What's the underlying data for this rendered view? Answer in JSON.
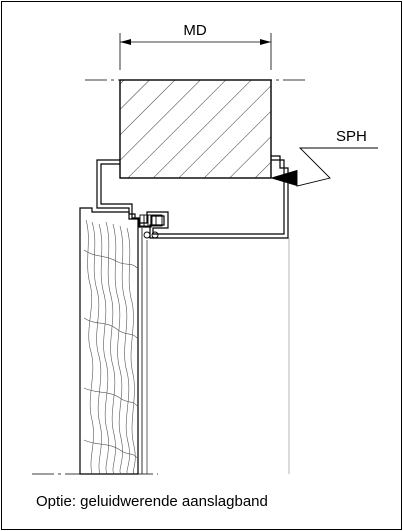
{
  "labels": {
    "dimension": "MD",
    "marker": "SPH",
    "caption": "Optie: geluidwerende aanslagband"
  },
  "colors": {
    "stroke": "#000000",
    "hatch": "#333333",
    "grain": "#555555",
    "background": "#ffffff"
  }
}
